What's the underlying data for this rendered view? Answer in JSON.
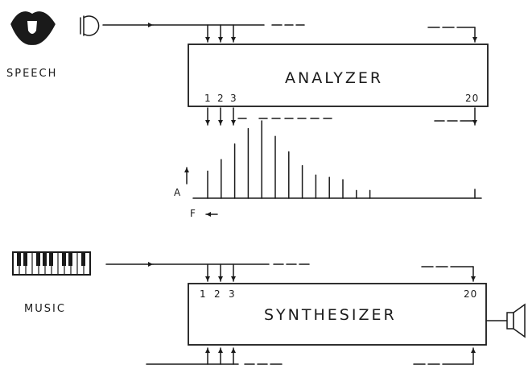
{
  "labels": {
    "speech": "SPEECH",
    "music": "MUSIC",
    "analyzer": "ANALYZER",
    "synthesizer": "SYNTHESIZER",
    "axis_a": "A",
    "axis_f": "F"
  },
  "analyzer_channels": [
    "1",
    "2",
    "3",
    "20"
  ],
  "synthesizer_channels": [
    "1",
    "2",
    "3",
    "20"
  ],
  "spectrum_bar_levels": [
    0.35,
    0.5,
    0.7,
    0.9,
    1.0,
    0.8,
    0.6,
    0.42,
    0.3,
    0.27,
    0.24,
    0.1,
    0.1
  ],
  "colors": {
    "ink": "#1a1a1a",
    "background": "#ffffff"
  }
}
